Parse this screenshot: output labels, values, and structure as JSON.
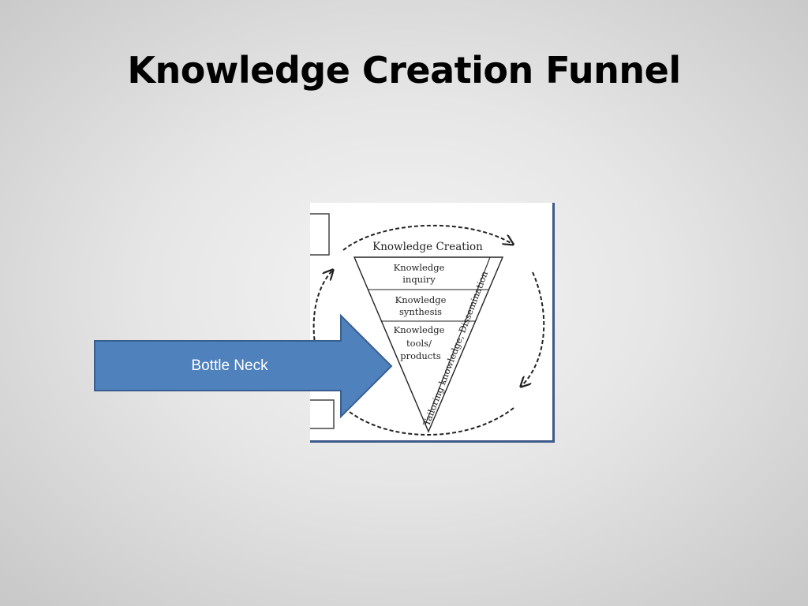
{
  "slide": {
    "title": "Knowledge Creation Funnel"
  },
  "diagram": {
    "header": "Knowledge Creation",
    "levels": [
      [
        "Knowledge",
        "inquiry"
      ],
      [
        "Knowledge",
        "synthesis"
      ],
      [
        "Knowledge",
        "tools/",
        "products"
      ]
    ],
    "side_label": "Tailoring knowledge, Dissemination"
  },
  "arrow": {
    "label": "Bottle Neck",
    "fill_color": "#4f81bd",
    "stroke_color": "#3a5f8f"
  },
  "colors": {
    "frame_border": "#3c5a8a"
  }
}
